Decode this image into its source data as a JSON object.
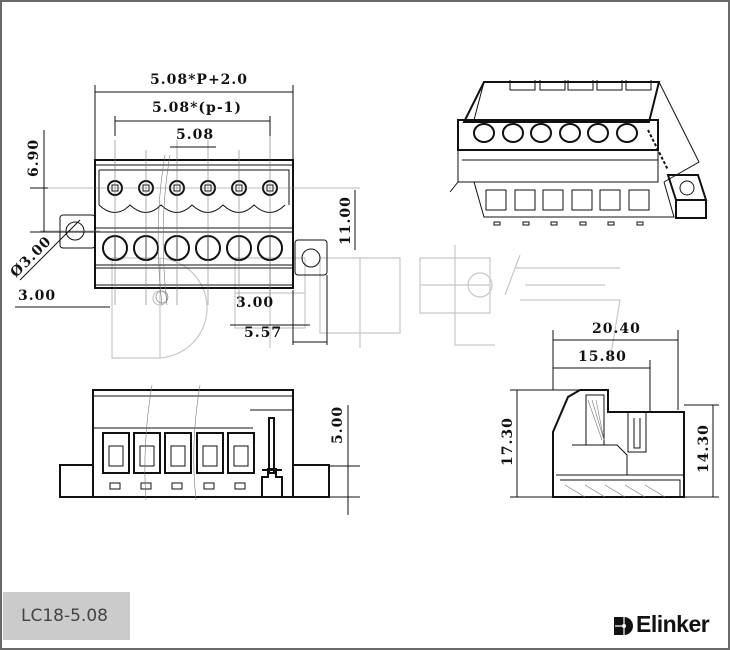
{
  "drawing": {
    "dimensions": {
      "overall_width": "5.08*P+2.0",
      "pitch_span": "5.08*(p-1)",
      "pitch": "5.08",
      "height_top": "6.90",
      "height_mount": "11.00",
      "hole_diameter": "Ø3.00",
      "flange_left": "3.00",
      "flange_right": "3.00",
      "flange_right_total": "5.57",
      "bottom_flange_height": "5.00",
      "side_width": "20.40",
      "side_inner_width": "15.80",
      "side_height": "17.30",
      "side_body_height": "14.30"
    },
    "pole_count": 6,
    "watermark": "联捷电气"
  },
  "model_label": "LC18-5.08",
  "brand": {
    "name": "Elinker",
    "color": "#111111"
  }
}
